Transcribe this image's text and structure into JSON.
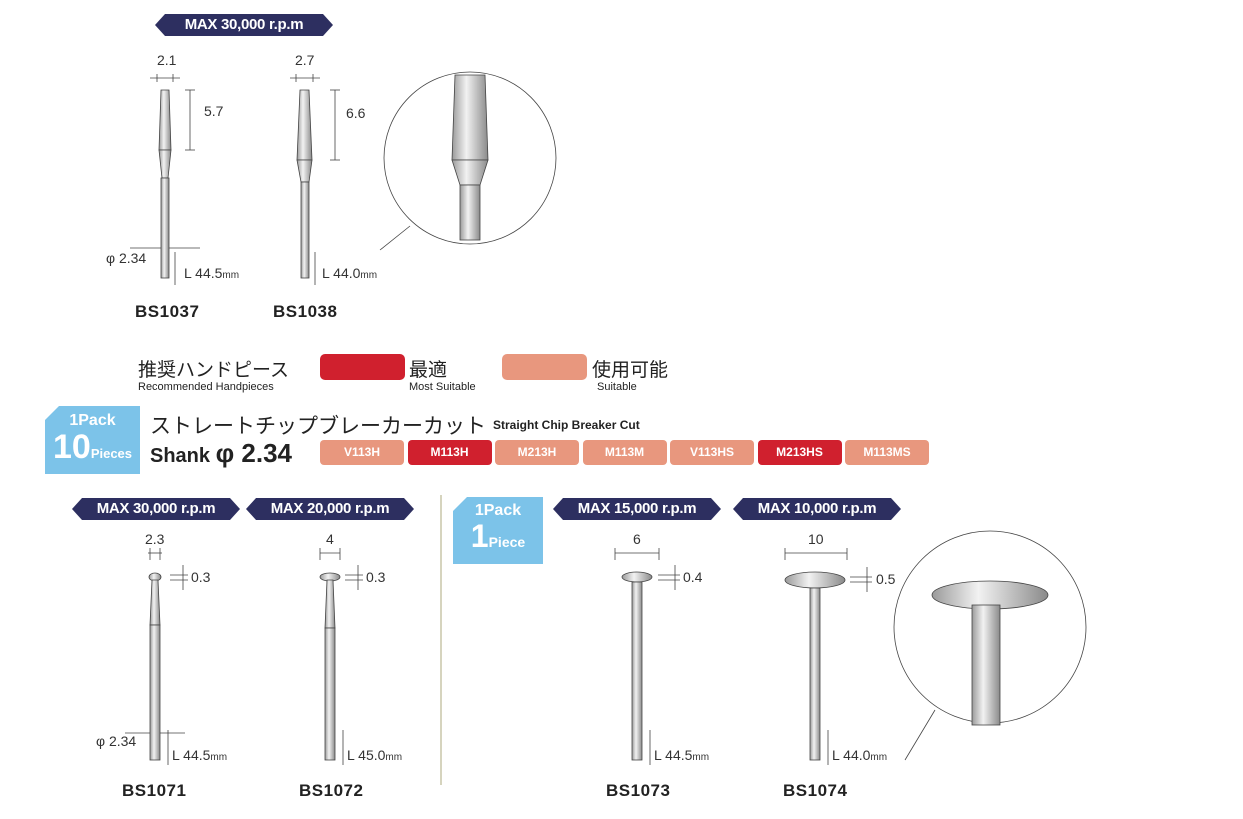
{
  "colors": {
    "navy": "#2d2f60",
    "most_suitable": "#d0202e",
    "suitable": "#e8977e",
    "pack_blue": "#7cc3e9"
  },
  "top_group": {
    "badge": "MAX 30,000 r.p.m",
    "tools": [
      {
        "code": "BS1037",
        "width": "2.1",
        "length": "5.7",
        "shank": "φ 2.34",
        "total": "L 44.5",
        "unit": "mm"
      },
      {
        "code": "BS1038",
        "width": "2.7",
        "length": "6.6",
        "total": "L 44.0",
        "unit": "mm"
      }
    ]
  },
  "legend": {
    "title_jp": "推奨ハンドピース",
    "title_en": "Recommended Handpieces",
    "most_jp": "最適",
    "most_en": "Most Suitable",
    "suit_jp": "使用可能",
    "suit_en": "Suitable"
  },
  "section": {
    "pack_top": "1Pack",
    "pack_num": "10",
    "pack_unit": "Pieces",
    "title_jp": "ストレートチップブレーカーカット",
    "title_en": "Straight Chip Breaker Cut",
    "shank_label": "Shank",
    "shank_value": "φ 2.34",
    "handpieces": [
      {
        "name": "V113H",
        "level": "suitable"
      },
      {
        "name": "M113H",
        "level": "most"
      },
      {
        "name": "M213H",
        "level": "suitable"
      },
      {
        "name": "M113M",
        "level": "suitable"
      },
      {
        "name": "V113HS",
        "level": "suitable"
      },
      {
        "name": "M213HS",
        "level": "most"
      },
      {
        "name": "M113MS",
        "level": "suitable"
      }
    ]
  },
  "bottom_left": {
    "tools": [
      {
        "code": "BS1071",
        "badge": "MAX 30,000 r.p.m",
        "width": "2.3",
        "thickness": "0.3",
        "shank": "φ 2.34",
        "total": "L 44.5",
        "unit": "mm"
      },
      {
        "code": "BS1072",
        "badge": "MAX 20,000 r.p.m",
        "width": "4",
        "thickness": "0.3",
        "total": "L 45.0",
        "unit": "mm"
      }
    ]
  },
  "bottom_right": {
    "pack_top": "1Pack",
    "pack_num": "1",
    "pack_unit": "Piece",
    "tools": [
      {
        "code": "BS1073",
        "badge": "MAX 15,000 r.p.m",
        "width": "6",
        "thickness": "0.4",
        "total": "L 44.5",
        "unit": "mm"
      },
      {
        "code": "BS1074",
        "badge": "MAX 10,000 r.p.m",
        "width": "10",
        "thickness": "0.5",
        "total": "L 44.0",
        "unit": "mm"
      }
    ]
  }
}
